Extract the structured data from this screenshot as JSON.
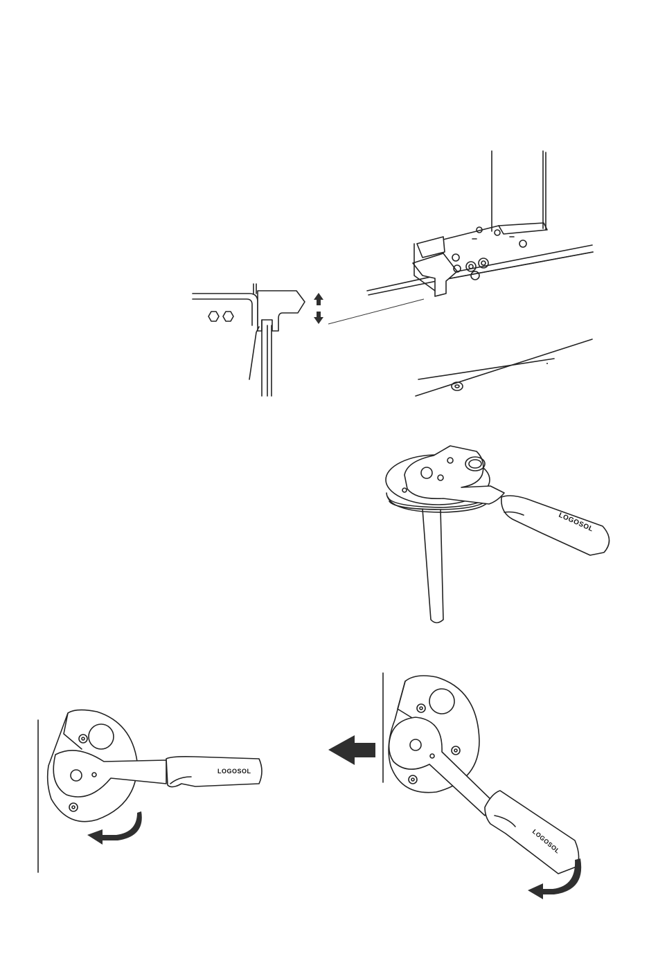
{
  "brand": {
    "logo_text": "LOGOSOL",
    "color": "#111111"
  },
  "colors": {
    "line": "#222222",
    "arrow": "#2f2f2f",
    "background": "#ffffff"
  },
  "figures": [
    {
      "id": "rail-bracket-detail",
      "icons": [
        "hex-bolt-icon",
        "up-down-arrow-icon"
      ]
    },
    {
      "id": "sawmill-frame-bracket"
    },
    {
      "id": "crank-handle-perspective"
    },
    {
      "id": "crank-rotate-start",
      "icons": [
        "rotate-arrow-icon"
      ]
    },
    {
      "id": "crank-rotate-pushed",
      "icons": [
        "push-left-arrow-icon",
        "rotate-arrow-icon"
      ]
    }
  ]
}
